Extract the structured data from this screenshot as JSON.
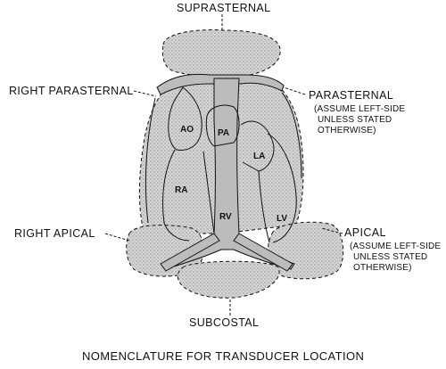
{
  "labels": {
    "suprasternal": "SUPRASTERNAL",
    "right_parasternal": "RIGHT PARASTERNAL",
    "parasternal": "PARASTERNAL",
    "parasternal_note": [
      "(ASSUME LEFT-SIDE",
      "UNLESS STATED",
      "OTHERWISE)"
    ],
    "right_apical": "RIGHT APICAL",
    "apical": "APICAL",
    "apical_note": [
      "(ASSUME LEFT-SIDE",
      "UNLESS STATED",
      "OTHERWISE)"
    ],
    "subcostal": "SUBCOSTAL",
    "caption": "NOMENCLATURE FOR TRANSDUCER LOCATION"
  },
  "chambers": {
    "ao": "AO",
    "pa": "PA",
    "la": "LA",
    "ra": "RA",
    "rv": "RV",
    "lv": "LV"
  },
  "colors": {
    "ink": "#111111",
    "region_fill": "#cfcfcf",
    "vessel_fill": "#b9b9b9"
  }
}
